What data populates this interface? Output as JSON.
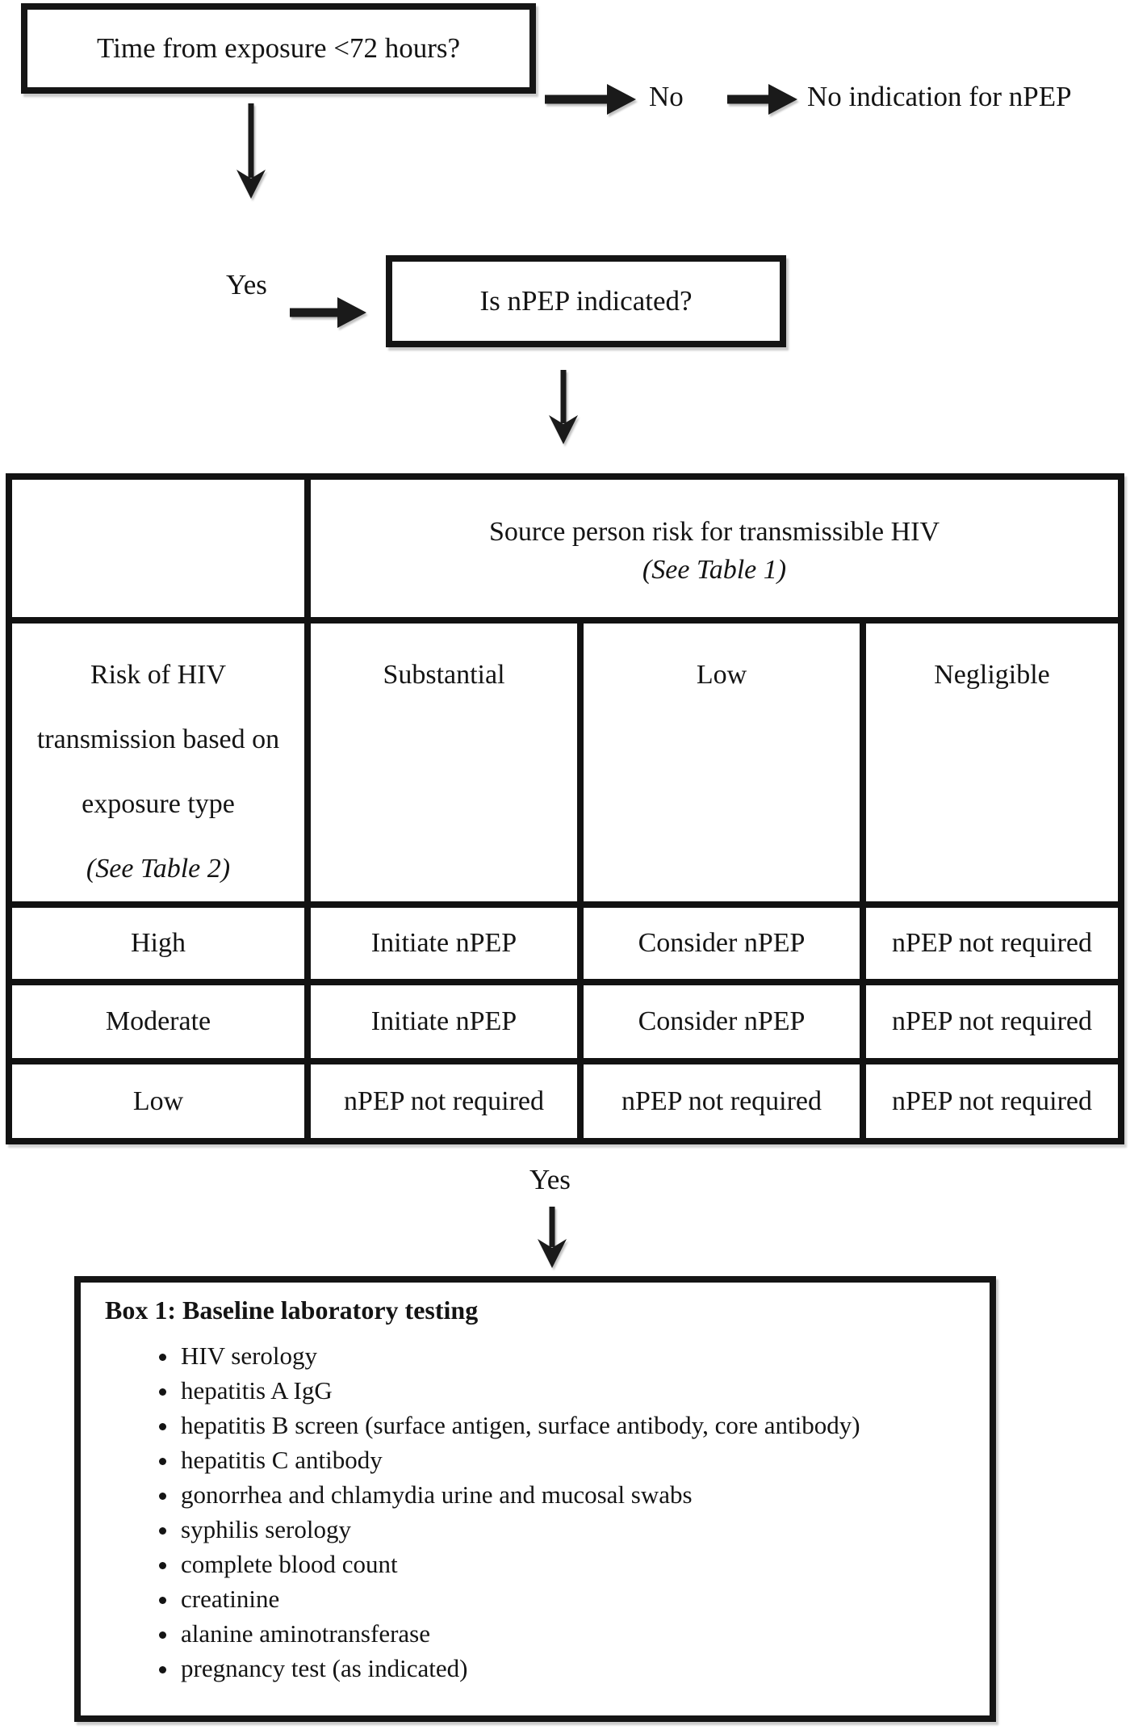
{
  "colors": {
    "ink": "#141414",
    "paper": "#ffffff"
  },
  "flow": {
    "q1_label": "Time from exposure <72 hours?",
    "no_label": "No",
    "no_outcome": "No indication for nPEP",
    "yes_label": "Yes",
    "q2_label": "Is nPEP indicated?",
    "yes_label_2": "Yes"
  },
  "risk_table": {
    "column_group_header": {
      "title": "Source person risk for transmissible HIV",
      "subtitle": "(See Table 1)"
    },
    "row_group_header": {
      "line1": "Risk of HIV",
      "line2": "transmission based on",
      "line3": "exposure type",
      "subtitle": "(See Table 2)"
    },
    "column_headers": [
      "Substantial",
      "Low",
      "Negligible"
    ],
    "rows": [
      {
        "label": "High",
        "cells": [
          "Initiate nPEP",
          "Consider nPEP",
          "nPEP not required"
        ]
      },
      {
        "label": "Moderate",
        "cells": [
          "Initiate nPEP",
          "Consider nPEP",
          "nPEP not required"
        ]
      },
      {
        "label": "Low",
        "cells": [
          "nPEP not required",
          "nPEP not required",
          "nPEP not required"
        ]
      }
    ]
  },
  "box1": {
    "title": "Box 1: Baseline laboratory testing",
    "items": [
      "HIV serology",
      "hepatitis A IgG",
      "hepatitis B screen (surface antigen, surface antibody, core antibody)",
      "hepatitis C antibody",
      "gonorrhea and chlamydia urine and mucosal swabs",
      "syphilis serology",
      "complete blood count",
      "creatinine",
      "alanine aminotransferase",
      "pregnancy test (as indicated)"
    ]
  }
}
